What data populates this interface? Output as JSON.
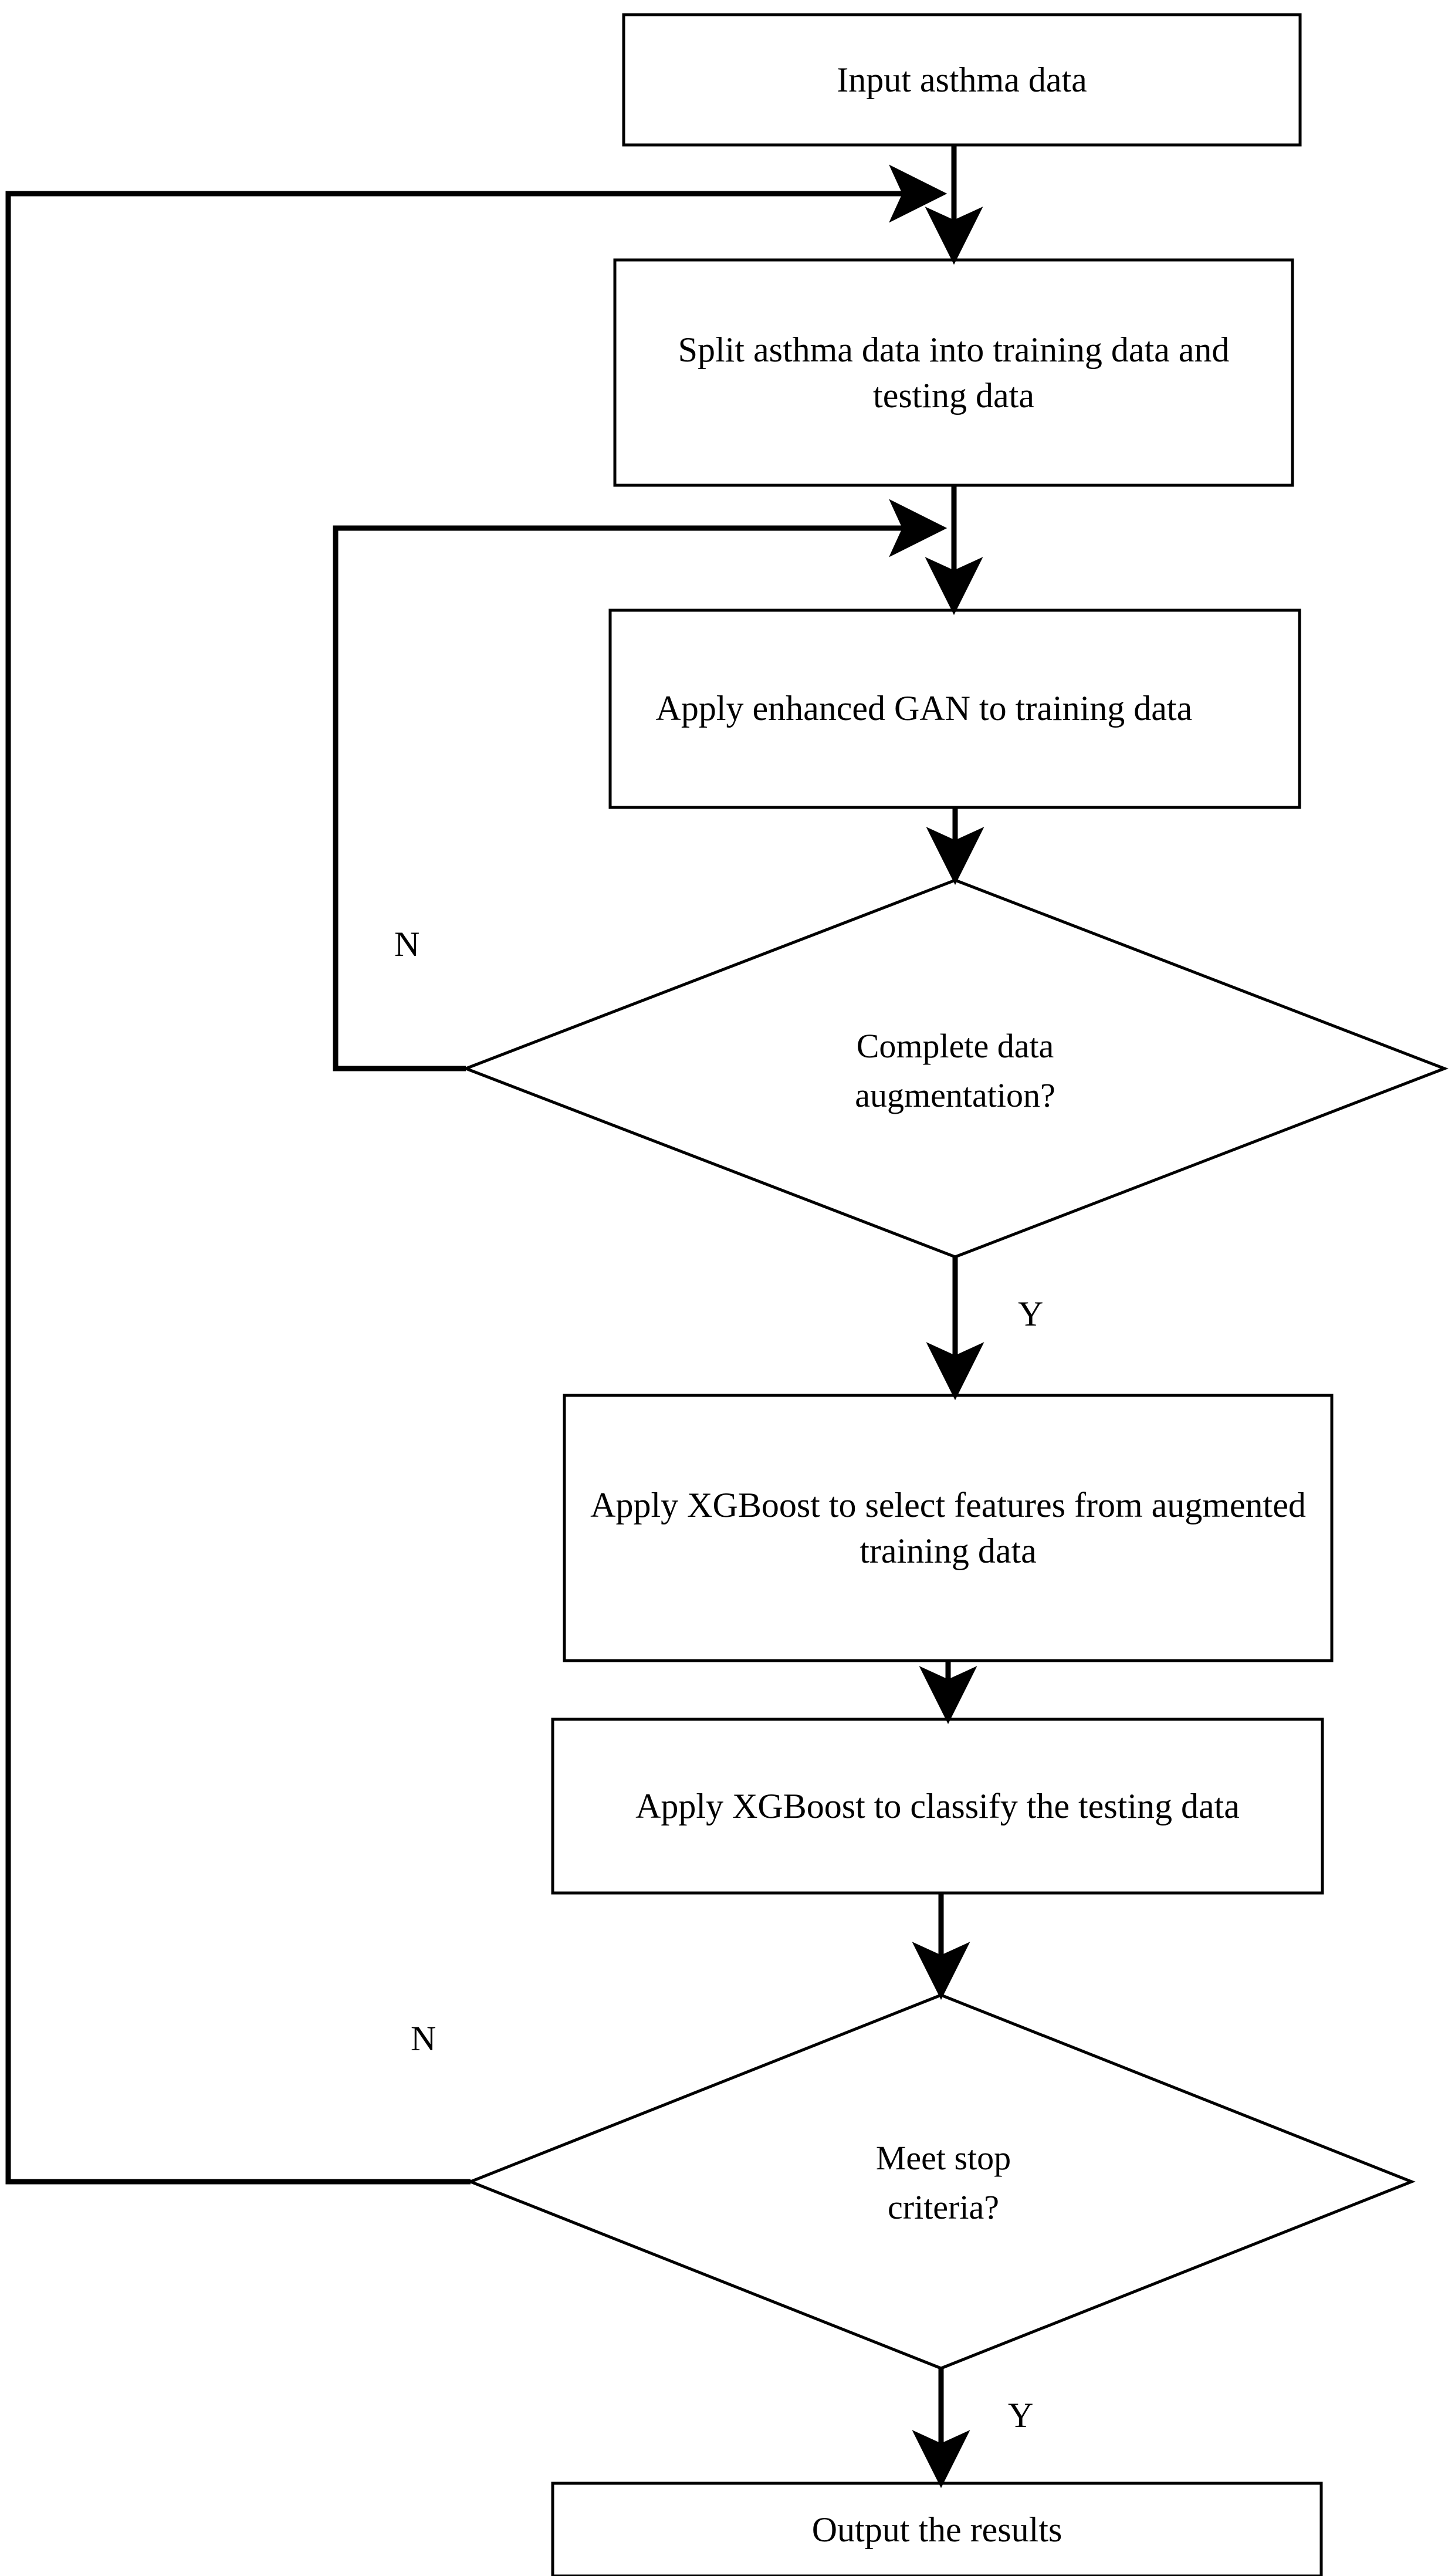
{
  "diagram": {
    "type": "flowchart",
    "title": "Asthma data GAN + XGBoost pipeline flowchart",
    "background_color": "#ffffff",
    "line_color": "#000000",
    "text_color": "#000000",
    "nodes": [
      {
        "id": "input-asthma-data",
        "shape": "process",
        "label": "Input asthma data",
        "align": "center"
      },
      {
        "id": "split-asthma-data",
        "shape": "process",
        "label": "Split asthma data into training data and testing data",
        "align": "center"
      },
      {
        "id": "apply-enhanced-gan",
        "shape": "process",
        "label": "Apply enhanced GAN to training data",
        "align": "justify"
      },
      {
        "id": "complete-data-augmentation",
        "shape": "decision",
        "label": "Complete data\naugmentation?",
        "align": "center"
      },
      {
        "id": "apply-xgboost-select-features",
        "shape": "process",
        "label": "Apply XGBoost to select features from augmented training data",
        "align": "center"
      },
      {
        "id": "apply-xgboost-classify",
        "shape": "process",
        "label": "Apply XGBoost to classify the testing data",
        "align": "center"
      },
      {
        "id": "meet-stop-criteria",
        "shape": "decision",
        "label": "Meet stop\ncriteria?",
        "align": "center"
      },
      {
        "id": "output-the-results",
        "shape": "process",
        "label": "Output the results",
        "align": "center"
      }
    ],
    "edge_labels": {
      "augmentation_no": "N",
      "augmentation_yes": "Y",
      "stop_no": "N",
      "stop_yes": "Y"
    }
  }
}
